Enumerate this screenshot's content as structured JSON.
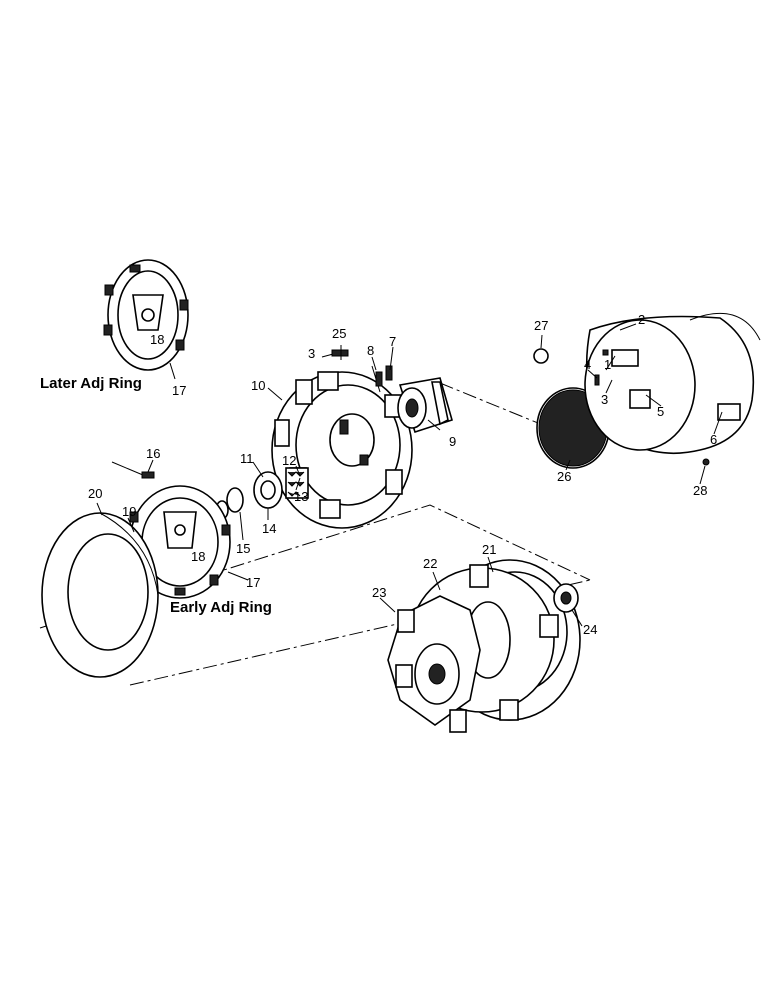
{
  "captions": {
    "later_adj_ring": "Later Adj Ring",
    "early_adj_ring": "Early Adj Ring"
  },
  "callouts": {
    "n1": "1",
    "n2": "2",
    "n3a": "3",
    "n3b": "3",
    "n4": "4",
    "n5": "5",
    "n6": "6",
    "n7": "7",
    "n8": "8",
    "n9": "9",
    "n10": "10",
    "n11": "11",
    "n12": "12",
    "n13": "13",
    "n14": "14",
    "n15": "15",
    "n16": "16",
    "n17a": "17",
    "n17b": "17",
    "n18a": "18",
    "n18b": "18",
    "n19": "19",
    "n20": "20",
    "n21": "21",
    "n22": "22",
    "n23": "23",
    "n24": "24",
    "n25": "25",
    "n26": "26",
    "n27": "27",
    "n28": "28"
  }
}
